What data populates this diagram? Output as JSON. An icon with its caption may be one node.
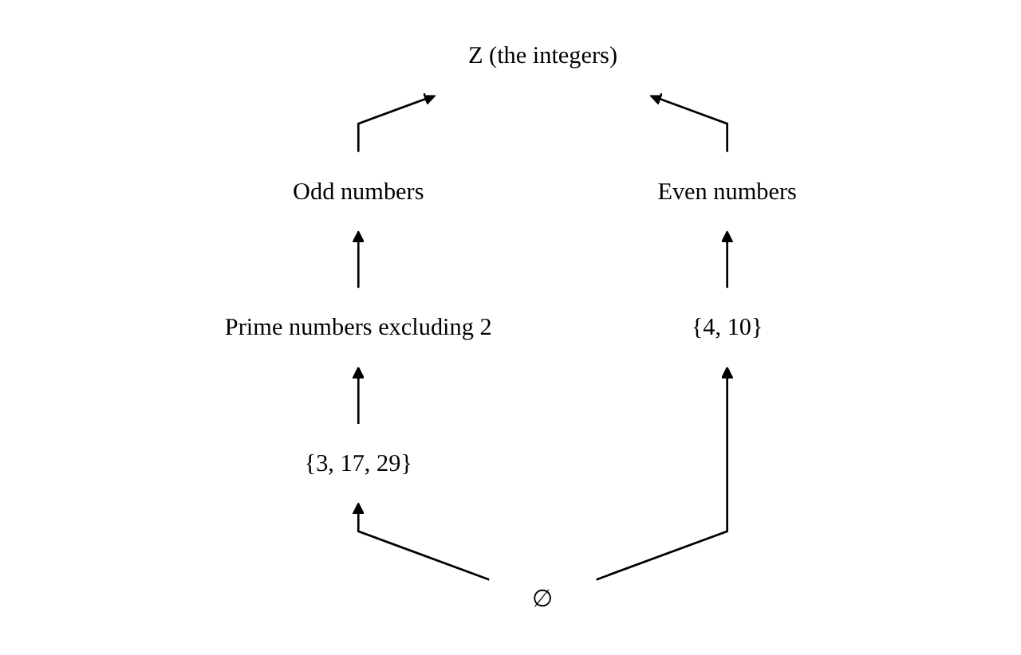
{
  "diagram": {
    "nodes": [
      {
        "text": [
          "Z (the integers)"
        ]
      },
      {
        "text": [
          "Odd numbers"
        ]
      },
      {
        "text": [
          "Even numbers"
        ]
      },
      {
        "text": [
          "Prime numbers excluding 2"
        ]
      },
      {
        "text": [
          "{3, 17, 29}"
        ]
      },
      {
        "text": [
          "{4, 10}"
        ]
      },
      {
        "text": [
          "∅"
        ]
      }
    ],
    "edges": [
      {
        "from": 1,
        "to": 0,
        "arrow": "to"
      },
      {
        "from": 2,
        "to": 0,
        "arrow": "to"
      },
      {
        "from": 3,
        "to": 1,
        "arrow": "to"
      },
      {
        "from": 4,
        "to": 3,
        "arrow": "to"
      },
      {
        "from": 5,
        "to": 2,
        "arrow": "to"
      },
      {
        "from": 6,
        "to": 4,
        "arrow": "to"
      },
      {
        "from": 6,
        "to": 5,
        "arrow": "to"
      }
    ]
  }
}
